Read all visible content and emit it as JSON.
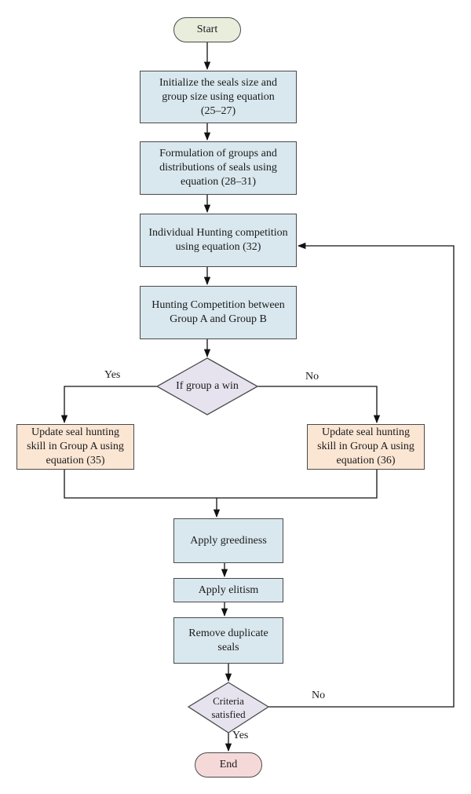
{
  "nodes": {
    "start": "Start",
    "init": "Initialize the seals size and group size using equation (25–27)",
    "formulation": "Formulation of groups and distributions of seals using equation (28–31)",
    "individual": "Individual Hunting competition using equation (32)",
    "competition": "Hunting Competition between Group A and Group B",
    "decision_group": "If group a win",
    "update_yes": "Update seal hunting skill in Group A using equation (35)",
    "update_no": "Update seal hunting skill in Group A using equation (36)",
    "greediness": "Apply greediness",
    "elitism": "Apply elitism",
    "duplicate": "Remove duplicate seals",
    "criteria": "Criteria satisfied",
    "end": "End"
  },
  "edge_labels": {
    "group_yes": "Yes",
    "group_no": "No",
    "criteria_no": "No",
    "criteria_yes": "Yes"
  },
  "colors": {
    "process_fill": "#d9e8ee",
    "update_fill": "#fbe6d4",
    "decision_fill": "#e6e3ef",
    "start_fill": "#e9eedc",
    "end_fill": "#f5d9d9"
  }
}
